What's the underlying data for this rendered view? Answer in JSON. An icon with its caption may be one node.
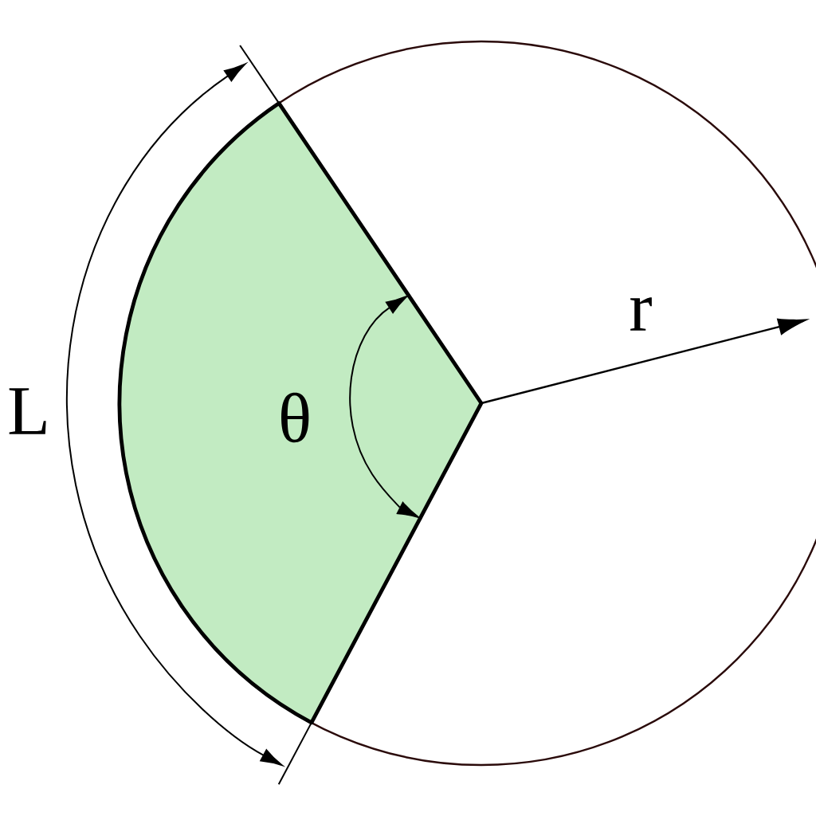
{
  "diagram": {
    "labels": [
      "L",
      "θ",
      "r"
    ]
  }
}
